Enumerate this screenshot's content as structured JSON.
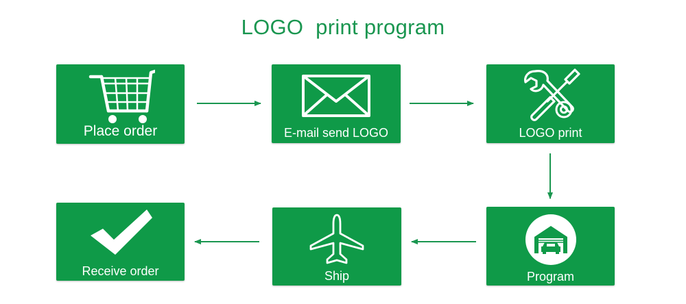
{
  "title": "LOGO  print program",
  "colors": {
    "box": "#0f9a48",
    "title": "#1a9650",
    "arrow": "#1a9650",
    "text": "#ffffff"
  },
  "steps": [
    {
      "label": "Place order",
      "icon": "shopping-cart-icon"
    },
    {
      "label": "E-mail send LOGO",
      "icon": "envelope-icon"
    },
    {
      "label": "LOGO print",
      "icon": "tools-icon"
    },
    {
      "label": "Program",
      "icon": "garage-car-icon"
    },
    {
      "label": "Ship",
      "icon": "airplane-icon"
    },
    {
      "label": "Receive order",
      "icon": "checkmark-icon"
    }
  ]
}
